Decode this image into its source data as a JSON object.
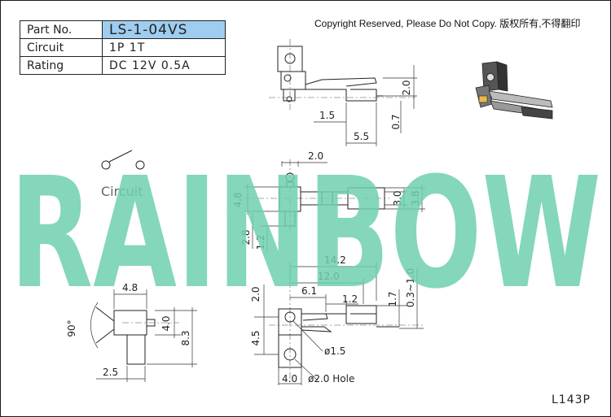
{
  "spec_table": {
    "part_label": "Part No.",
    "part_value": "LS-1-04VS",
    "circuit_label": "Circuit",
    "circuit_value": "1P 1T",
    "rating_label": "Rating",
    "rating_value": "DC 12V 0.5A"
  },
  "copyright": "Copyright Reserved, Please Do Not Copy. 版权所有,不得翻印",
  "watermark": "RAINBOW",
  "circuit_caption": "Circuit",
  "drawing_code": "L143P",
  "dimensions": {
    "top_view": {
      "d_2_0": "2.0",
      "d_0_7": "0.7",
      "d_1_5": "1.5",
      "d_5_5": "5.5"
    },
    "middle_view": {
      "d_2_0": "2.0",
      "d_4_8": "4.8",
      "d_3_0": "3.0",
      "d_3_8": "3.8",
      "d_2_8": "2.8",
      "d_1_2": "1.2"
    },
    "left_view": {
      "d_4_8": "4.8",
      "angle": "90°",
      "d_4_0": "4.0",
      "d_8_3": "8.3",
      "d_2_5": "2.5"
    },
    "front_view": {
      "d_14_2": "14.2",
      "d_12_0": "12.0",
      "d_6_1": "6.1",
      "d_1_2": "1.2",
      "d_1_7": "1.7",
      "d_0_3_1_0": "0.3~1.0",
      "d_2_0": "2.0",
      "d_4_5": "4.5",
      "d_4_0": "4.0",
      "hole_small": "ø1.5",
      "hole_large": "ø2.0 Hole"
    }
  }
}
